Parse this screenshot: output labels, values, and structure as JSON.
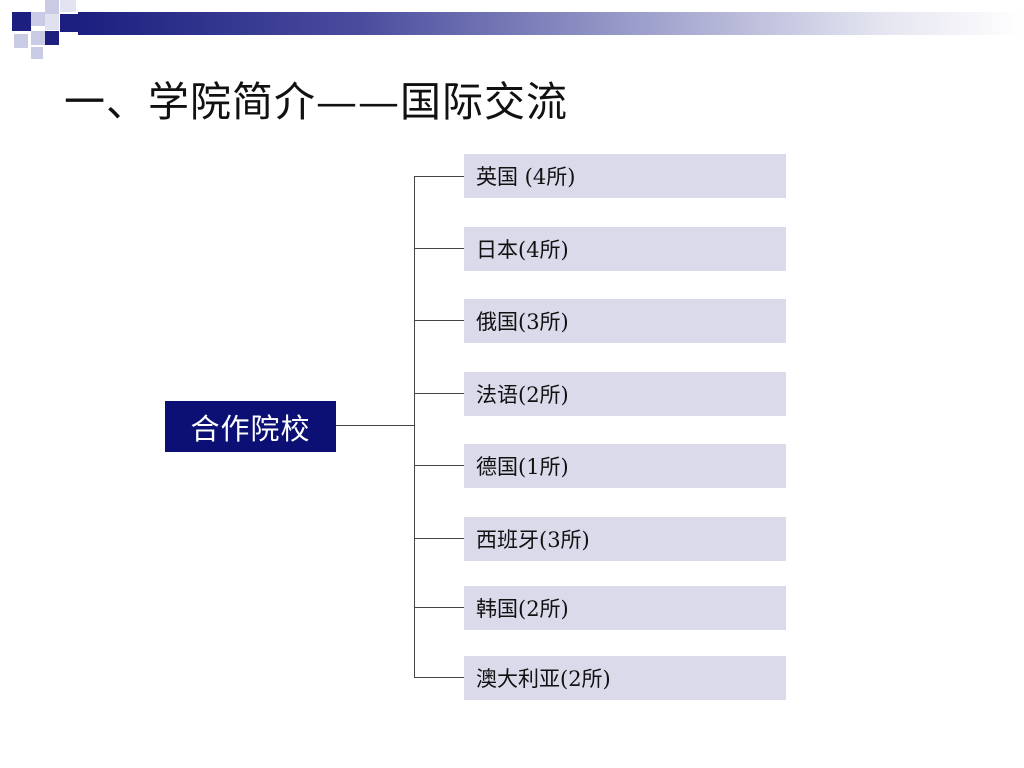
{
  "slide": {
    "title": "一、学院简介——国际交流",
    "accent_color": "#0c0f73",
    "box_color": "#dadaeb"
  },
  "diagram": {
    "root": {
      "label": "合作院校"
    },
    "children": [
      {
        "label": "英国 (4所)"
      },
      {
        "label": "日本(4所)"
      },
      {
        "label": "俄国(3所)"
      },
      {
        "label": "法语(2所)"
      },
      {
        "label": "德国(1所)"
      },
      {
        "label": "西班牙(3所)"
      },
      {
        "label": "韩国(2所)"
      },
      {
        "label": "澳大利亚(2所)"
      }
    ]
  }
}
